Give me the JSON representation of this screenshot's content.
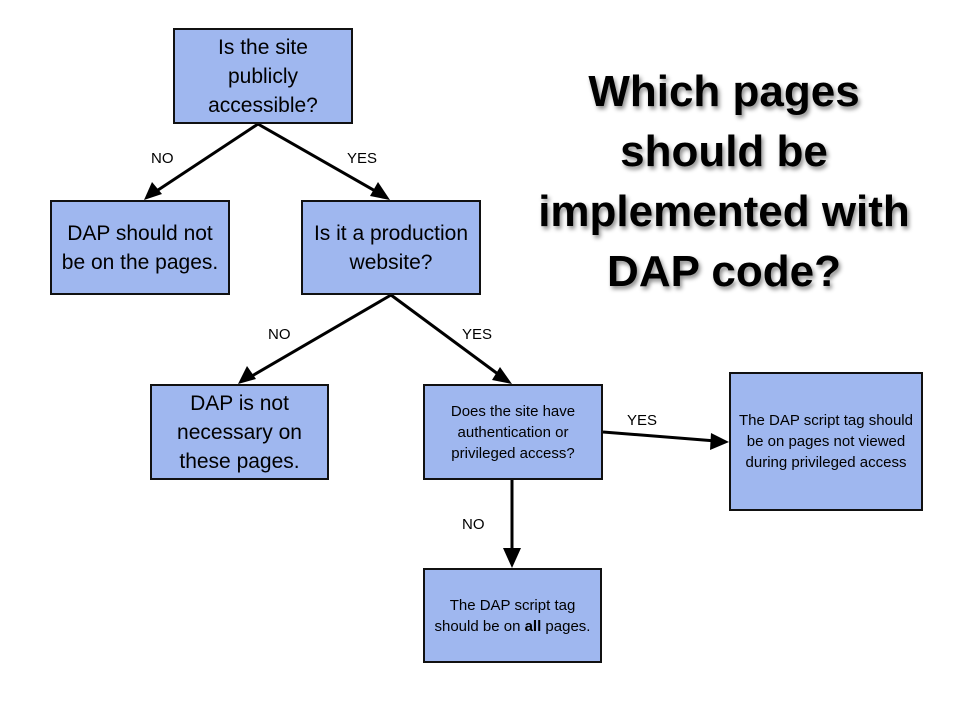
{
  "title": "Which pages should be implemented with DAP code?",
  "nodes": {
    "q_public": "Is the site publicly accessible?",
    "no_public": "DAP should not be on the pages.",
    "q_production": "Is it a production website?",
    "no_production": "DAP is not necessary on these pages.",
    "q_auth": "Does the site have authentication or privileged access?",
    "yes_auth": "The DAP script tag should be on pages not viewed during privileged access",
    "no_auth_prefix": "The DAP script tag should be on ",
    "no_auth_bold": "all",
    "no_auth_suffix": " pages."
  },
  "edges": {
    "public_no": "NO",
    "public_yes": "YES",
    "production_no": "NO",
    "production_yes": "YES",
    "auth_yes": "YES",
    "auth_no": "NO"
  },
  "colors": {
    "box_fill": "#9fb7ef",
    "border": "#111111",
    "arrow": "#000000"
  }
}
